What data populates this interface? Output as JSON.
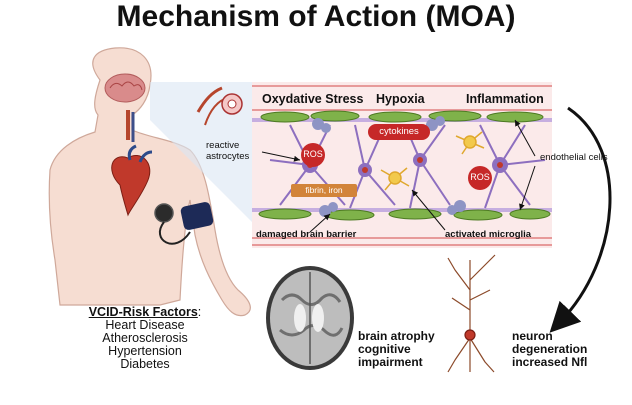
{
  "title": "Mechanism of Action (MOA)",
  "vessel": {
    "headers": [
      "Oxydative Stress",
      "Hypoxia",
      "Inflammation"
    ],
    "reactive_astrocytes": "reactive astrocytes",
    "ros_labels": [
      "ROS",
      "ROS"
    ],
    "cytokines": "cytokines",
    "fibrin_iron": "fibrin, iron",
    "damaged_brain_barrier": "damaged brain barrier",
    "activated_microglia": "activated microglia",
    "endothelial_cells": "endothelial cells"
  },
  "risk_factors": {
    "heading": "VCID-Risk Factors",
    "colon": ":",
    "items": [
      "Heart Disease",
      "Atherosclerosis",
      "Hypertension",
      "Diabetes"
    ]
  },
  "brain_outcome": [
    "brain atrophy",
    "cognitive",
    "impairment"
  ],
  "neuron_outcome": [
    "neuron",
    "degeneration",
    "increased Nfl"
  ],
  "colors": {
    "vessel_wall": "#f7d9d9",
    "vessel_stripe": "#e79a9a",
    "astrocyte": "#8d6fbf",
    "ros": "#c62828",
    "fibrin": "#d2843a",
    "microglia": "#f2c94c",
    "endothelial": "#7fb24a"
  }
}
